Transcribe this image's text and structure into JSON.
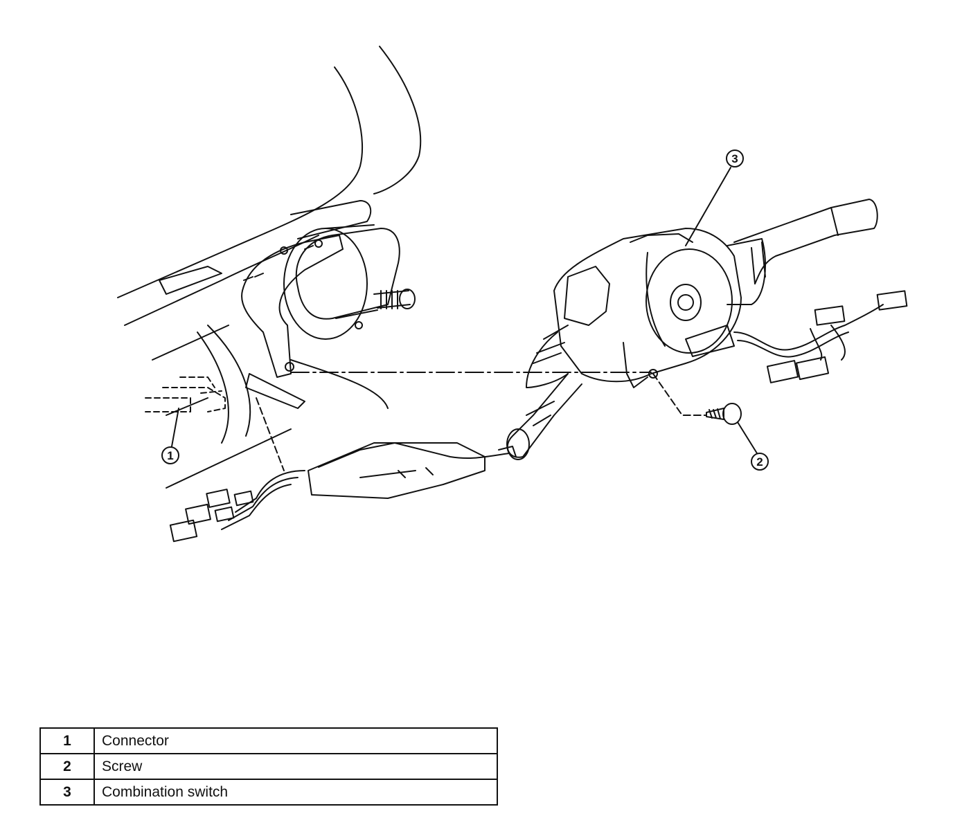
{
  "callouts": [
    {
      "number": "1"
    },
    {
      "number": "2"
    },
    {
      "number": "3"
    }
  ],
  "legend": [
    {
      "number": "1",
      "label": "Connector"
    },
    {
      "number": "2",
      "label": "Screw"
    },
    {
      "number": "3",
      "label": "Combination switch"
    }
  ]
}
